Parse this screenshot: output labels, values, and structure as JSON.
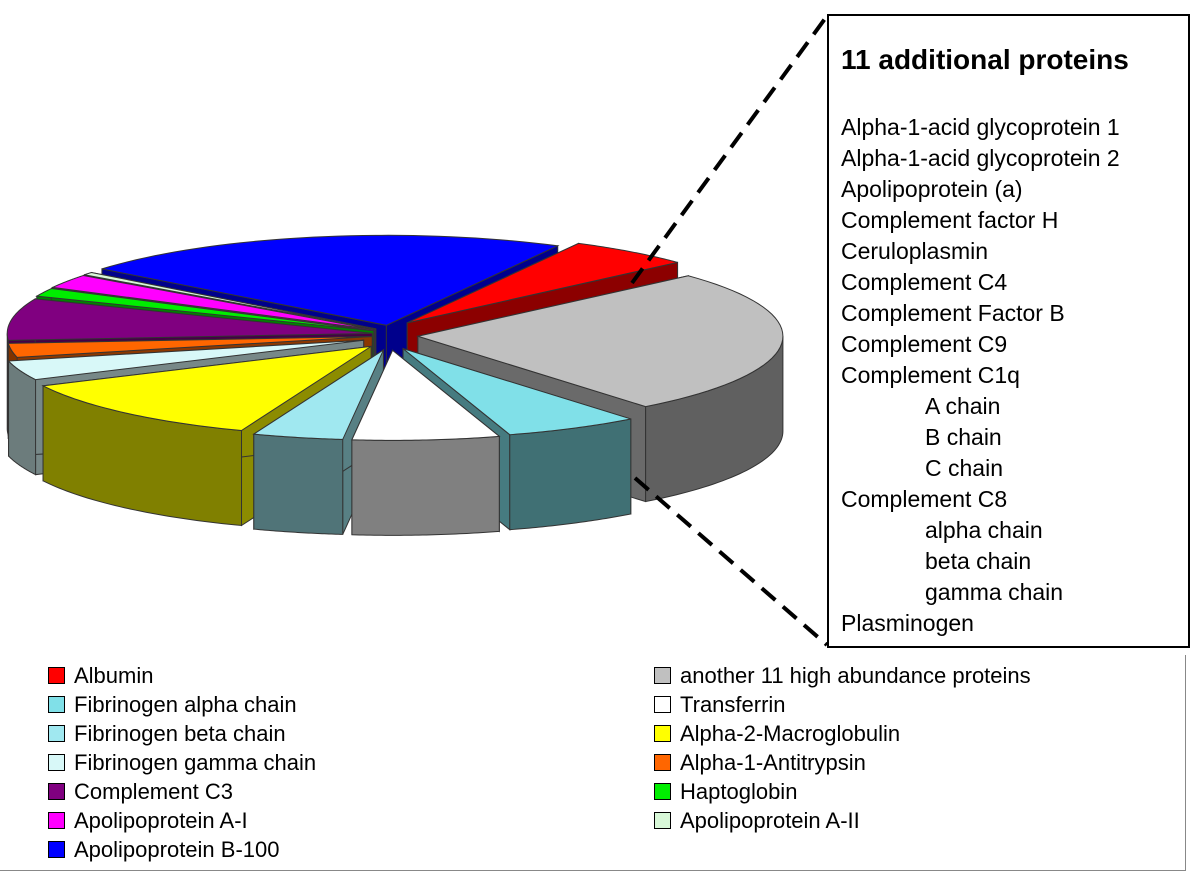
{
  "chart_data": {
    "type": "pie",
    "title": "",
    "slices": [
      {
        "label": "Albumin",
        "value": 5.5,
        "color": "#ff0000"
      },
      {
        "label": "another 11 high abundance proteins",
        "value": 26,
        "color": "#c0c0c0"
      },
      {
        "label": "Fibrinogen alpha chain",
        "value": 6,
        "color": "#80e0e8"
      },
      {
        "label": "Transferrin",
        "value": 6.5,
        "color": "#ffffff"
      },
      {
        "label": "Fibrinogen beta chain",
        "value": 4,
        "color": "#a0e8f0"
      },
      {
        "label": "Alpha-2-Macroglobulin",
        "value": 12,
        "color": "#ffff00"
      },
      {
        "label": "Fibrinogen gamma chain",
        "value": 3.5,
        "color": "#d8f8f8"
      },
      {
        "label": "Alpha-1-Antitrypsin",
        "value": 2.5,
        "color": "#ff6600"
      },
      {
        "label": "Complement C3",
        "value": 7.5,
        "color": "#800080"
      },
      {
        "label": "Haptoglobin",
        "value": 1.5,
        "color": "#00ee00"
      },
      {
        "label": "Apolipoprotein A-I",
        "value": 2.5,
        "color": "#ff00ff"
      },
      {
        "label": "Apolipoprotein A-II",
        "value": 0.5,
        "color": "#d8f8d8"
      },
      {
        "label": "Apolipoprotein B-100",
        "value": 22,
        "color": "#0000ff"
      }
    ]
  },
  "callout": {
    "title": "11 additional proteins",
    "items": [
      {
        "text": "Alpha-1-acid glycoprotein 1",
        "indent": false
      },
      {
        "text": "Alpha-1-acid glycoprotein 2",
        "indent": false
      },
      {
        "text": "Apolipoprotein (a)",
        "indent": false
      },
      {
        "text": "Complement factor H",
        "indent": false
      },
      {
        "text": "Ceruloplasmin",
        "indent": false
      },
      {
        "text": "Complement C4",
        "indent": false
      },
      {
        "text": "Complement Factor B",
        "indent": false
      },
      {
        "text": "Complement C9",
        "indent": false
      },
      {
        "text": "Complement C1q",
        "indent": false
      },
      {
        "text": "A chain",
        "indent": true
      },
      {
        "text": "B chain",
        "indent": true
      },
      {
        "text": "C chain",
        "indent": true
      },
      {
        "text": "Complement C8",
        "indent": false
      },
      {
        "text": "alpha chain",
        "indent": true
      },
      {
        "text": "beta chain",
        "indent": true
      },
      {
        "text": "gamma chain",
        "indent": true
      },
      {
        "text": "Plasminogen",
        "indent": false
      }
    ]
  },
  "legend": {
    "left": [
      {
        "label": "Albumin",
        "color": "#ff0000"
      },
      {
        "label": "Fibrinogen alpha chain",
        "color": "#80e0e8"
      },
      {
        "label": "Fibrinogen beta chain",
        "color": "#a0e8f0"
      },
      {
        "label": "Fibrinogen gamma chain",
        "color": "#d8f8f8"
      },
      {
        "label": "Complement C3",
        "color": "#800080"
      },
      {
        "label": "Apolipoprotein A-I",
        "color": "#ff00ff"
      },
      {
        "label": "Apolipoprotein B-100",
        "color": "#0000ff"
      }
    ],
    "right": [
      {
        "label": "another 11 high abundance proteins",
        "color": "#c0c0c0"
      },
      {
        "label": "Transferrin",
        "color": "#ffffff"
      },
      {
        "label": "Alpha-2-Macroglobulin",
        "color": "#ffff00"
      },
      {
        "label": "Alpha-1-Antitrypsin",
        "color": "#ff6600"
      },
      {
        "label": "Haptoglobin",
        "color": "#00ee00"
      },
      {
        "label": "Apolipoprotein A-II",
        "color": "#d8f8d8"
      }
    ]
  }
}
